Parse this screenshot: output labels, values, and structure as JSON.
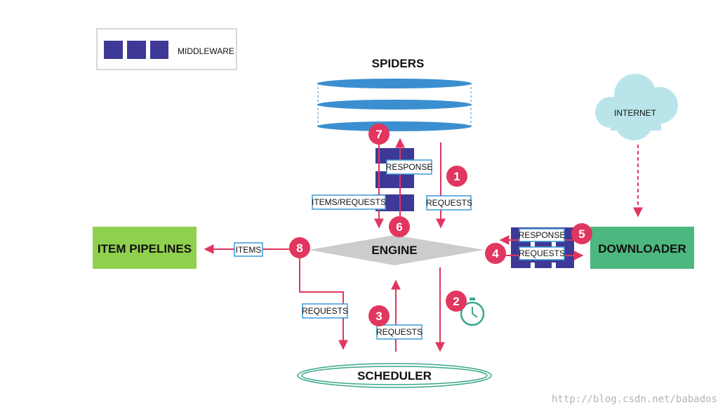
{
  "legend": {
    "label": "MIDDLEWARE"
  },
  "components": {
    "spiders": "SPIDERS",
    "engine": "ENGINE",
    "item_pipelines": "ITEM PIPELINES",
    "downloader": "DOWNLOADER",
    "scheduler": "SCHEDULER",
    "internet": "INTERNET"
  },
  "labels": {
    "response_spider": "RESPONSE",
    "items_requests": "ITEMS/REQUESTS",
    "requests_spider": "REQUESTS",
    "items": "ITEMS",
    "response_dl": "RESPONSE",
    "requests_dl": "REQUESTS",
    "requests_left": "REQUESTS",
    "requests_sched": "REQUESTS"
  },
  "steps": [
    "1",
    "2",
    "3",
    "4",
    "5",
    "6",
    "7",
    "8"
  ],
  "watermark": "http://blog.csdn.net/babados",
  "colors": {
    "middleware": "#3e3996",
    "arrow": "#e0365f",
    "spider_disk": "#3b8fd0",
    "engine": "#cccccc",
    "pipelines": "#8fd14f",
    "downloader": "#4cb77e",
    "internet": "#b9e5ea",
    "scheduler": "#3aa78c",
    "label_border": "#3b9ad5"
  }
}
